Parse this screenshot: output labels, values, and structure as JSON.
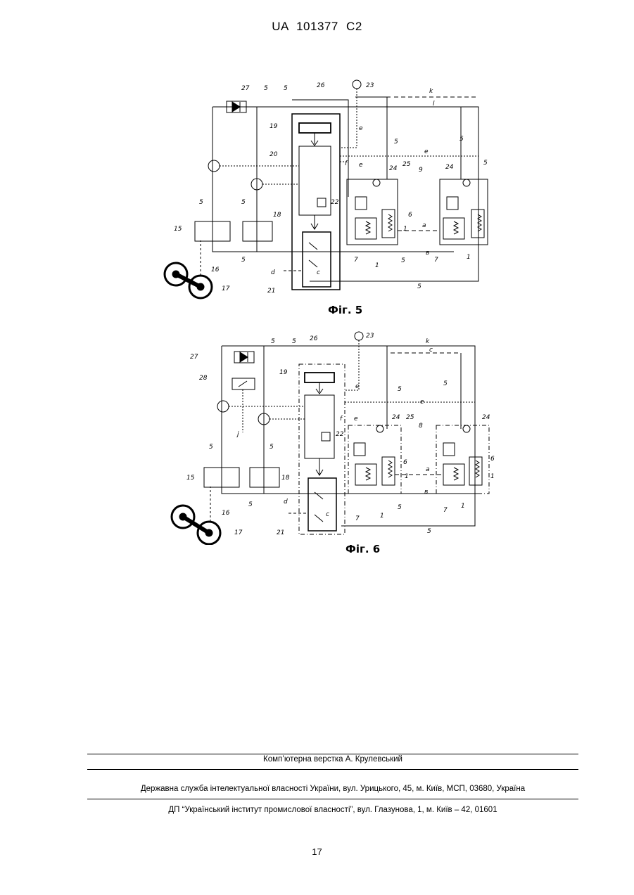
{
  "header": {
    "patent": "UA   101377   C2"
  },
  "figures": [
    {
      "caption": "Фіг. 5"
    },
    {
      "caption": "Фіг. 6"
    }
  ],
  "footer": {
    "layout": "Комп’ютерна верстка А. Крулевський",
    "office": "Державна служба інтелектуальної власності України, вул. Урицького, 45, м. Київ, МСП, 03680, Україна",
    "institute": "ДП “Український інститут промислової власності”, вул. Глазунова, 1, м. Київ – 42, 01601"
  },
  "page_number": "17"
}
